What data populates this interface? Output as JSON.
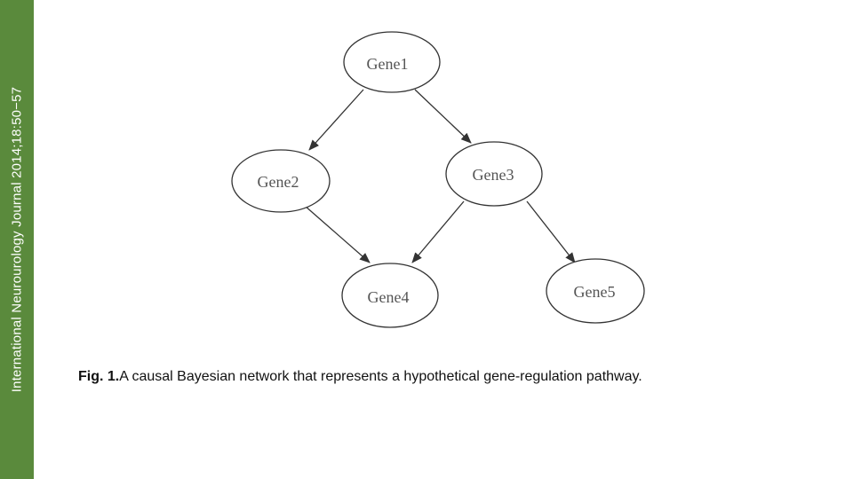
{
  "journal_citation": "International Neurourology Journal 2014;18:50−57",
  "diagram": {
    "nodes": [
      {
        "id": "gene1",
        "label": "Gene1"
      },
      {
        "id": "gene2",
        "label": "Gene2"
      },
      {
        "id": "gene3",
        "label": "Gene3"
      },
      {
        "id": "gene4",
        "label": "Gene4"
      },
      {
        "id": "gene5",
        "label": "Gene5"
      }
    ],
    "edges": [
      {
        "from": "gene1",
        "to": "gene2"
      },
      {
        "from": "gene1",
        "to": "gene3"
      },
      {
        "from": "gene2",
        "to": "gene4"
      },
      {
        "from": "gene3",
        "to": "gene4"
      },
      {
        "from": "gene3",
        "to": "gene5"
      }
    ]
  },
  "caption": {
    "label": "Fig. 1.",
    "text": "A causal Bayesian network that represents a hypothetical gene-regulation pathway."
  },
  "colors": {
    "band": "#5a8a3c",
    "stroke": "#333333"
  }
}
